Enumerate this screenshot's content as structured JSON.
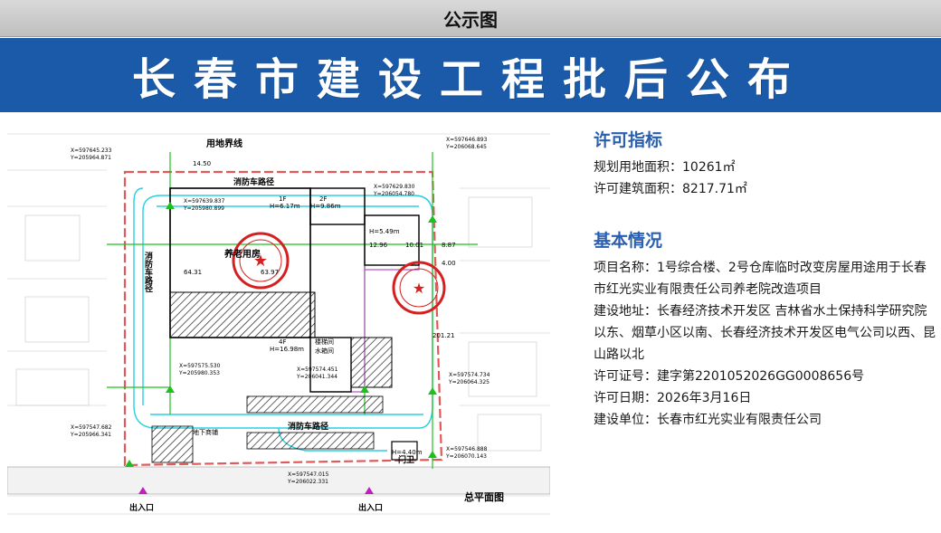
{
  "header": {
    "title": "公示图"
  },
  "banner": {
    "title": "长春市建设工程批后公布"
  },
  "plan": {
    "north_label": "用地界线",
    "fire_road_top": "消防车路径",
    "fire_road_bottom": "消防车路径",
    "fire_road_left": "消防车路径",
    "elderly_house": "养老用房",
    "caption": "总平面图",
    "entrance_left": "出入口",
    "entrance_right": "出入口",
    "gate_label": "门卫",
    "underground_label": "地下商铺",
    "h1": "H=6.17m",
    "h2": "H=9.86m",
    "h3": "H=5.49m",
    "h4": "H=16.98m",
    "h5": "H=4.40m",
    "floors_1f": "1F",
    "floors_2f": "2F",
    "floors_4f": "4F",
    "coord_tl": "X=597645.233",
    "coord_tl2": "Y=205964.871",
    "coord_tr": "X=597646.893",
    "coord_tr2": "Y=206068.645",
    "coord_a": "X=597639.837",
    "coord_a2": "Y=205980.899",
    "coord_b": "X=597629.830",
    "coord_b2": "Y=206054.780",
    "coord_c": "X=597575.530",
    "coord_c2": "Y=205980.353",
    "coord_d": "X=597574.451",
    "coord_d2": "Y=206041.344",
    "coord_e": "X=597574.734",
    "coord_e2": "Y=206064.325",
    "coord_bl": "X=597547.682",
    "coord_bl2": "Y=205966.341",
    "coord_br": "X=597546.888",
    "coord_br2": "Y=206070.143",
    "coord_bm": "X=597547.015",
    "coord_bm2": "Y=206022.331",
    "dim_64": "64.31",
    "dim_63": "63.97",
    "dim_12": "12.96",
    "dim_10": "10.01",
    "dim_8": "8.87",
    "dim_14": "14.50",
    "dim_4": "4.00",
    "dim_201": "201.21",
    "stair_label": "楼梯间",
    "tank_label": "水箱间"
  },
  "info": {
    "indicators_heading": "许可指标",
    "land_area": "规划用地面积：10261㎡",
    "building_area": "许可建筑面积：8217.71㎡",
    "basic_heading": "基本情况",
    "project_name": "项目名称：1号综合楼、2号仓库临时改变房屋用途用于长春市红光实业有限责任公司养老院改造项目",
    "address": "建设地址：长春经济技术开发区 吉林省水土保持科学研究院以东、烟草小区以南、长春经济技术开发区电气公司以西、昆山路以北",
    "permit_no": "许可证号：建字第2201052026GG0008656号",
    "permit_date": "许可日期：2026年3月16日",
    "builder": "建设单位：长春市红光实业有限责任公司"
  },
  "colors": {
    "banner_bg": "#1a5aa8",
    "heading": "#2a5fb0",
    "site_line": "#e05a5a",
    "road": "#2ad0e0",
    "green_line": "#1ec01e",
    "purple_line": "#b040c0",
    "stamp_red": "#d42020"
  }
}
